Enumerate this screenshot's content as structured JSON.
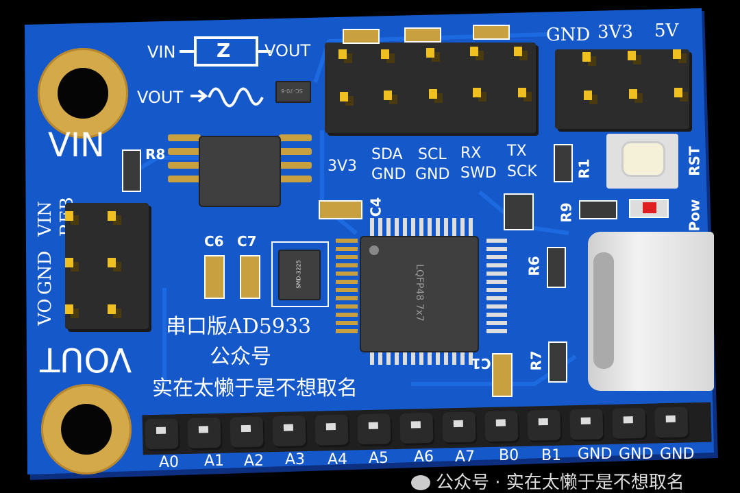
{
  "board": {
    "colors": {
      "pcb": "#1558c9",
      "background": "#000000",
      "gold": "#d4a94a",
      "silk": "#ffffff",
      "header": "#2c2c2c",
      "led": "#e02020"
    },
    "symbols": {
      "vin": "VIN",
      "z": "Z",
      "vout1": "VOUT",
      "vout2": "VOUT"
    },
    "big_labels": {
      "vin": "VIN",
      "vout": "VOUT"
    },
    "left_header_labels": {
      "top": "VIN",
      "top2": "REB",
      "middle": "GND",
      "bottom": "VO"
    },
    "refs": {
      "r8": "R8",
      "r1": "R1",
      "r9": "R9",
      "r6": "R6",
      "r7": "R7",
      "c4": "C4",
      "c6": "C6",
      "c7": "C7",
      "c1": "C1",
      "rst": "RST",
      "pow": "Pow"
    },
    "top_header_labels": {
      "row1": [
        "3V3",
        "SDA",
        "SCL",
        "RX",
        "TX"
      ],
      "row2": [
        "GND",
        "GND",
        "SWD",
        "SCK"
      ]
    },
    "power_header_labels": [
      "GND",
      "3V3",
      "5V"
    ],
    "chips": {
      "sot": "SC-70-6",
      "crystal": "SMD-3225",
      "mcu": "LQFP48 7x7"
    },
    "title_line1": "串口版AD5933",
    "title_line2": "公众号",
    "title_line3": "实在太懒于是不想取名",
    "bottom_pins": [
      "A0",
      "A1",
      "A2",
      "A3",
      "A4",
      "A5",
      "A6",
      "A7",
      "B0",
      "B1",
      "GND",
      "GND",
      "GND"
    ],
    "watermark": "公众号 · 实在太懒于是不想取名"
  }
}
